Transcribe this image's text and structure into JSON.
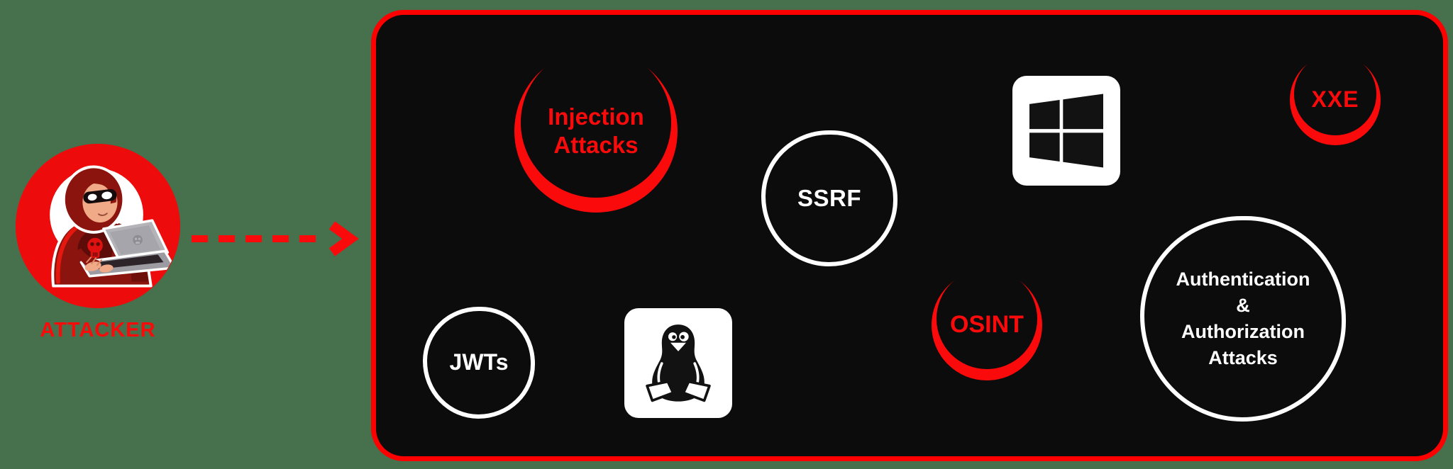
{
  "palette": {
    "background_green": "#47704d",
    "panel_black": "#0c0c0c",
    "panel_border_red": "#fe0000",
    "accent_red": "#fa0a0a",
    "white": "#ffffff"
  },
  "attacker": {
    "label": "ATTACKER",
    "icon": "hooded-hacker-with-laptop-icon",
    "circle_color": "#ee0b0b"
  },
  "arrow": {
    "icon": "dashed-arrow-right",
    "color": "#fa0a0a"
  },
  "panel": {
    "topics": {
      "injection": {
        "line1": "Injection",
        "line2": "Attacks",
        "style": "red-sketch-circle"
      },
      "ssrf": {
        "label": "SSRF",
        "style": "white-sketch-circle"
      },
      "windows": {
        "icon": "windows-logo",
        "style": "white-tile"
      },
      "xxe": {
        "label": "XXE",
        "style": "red-sketch-circle"
      },
      "jwts": {
        "label": "JWTs",
        "style": "white-sketch-circle"
      },
      "linux": {
        "icon": "linux-tux-logo",
        "style": "white-tile"
      },
      "osint": {
        "label": "OSINT",
        "style": "red-sketch-circle"
      },
      "auth": {
        "line1": "Authentication",
        "line2": "&",
        "line3": "Authorization",
        "line4": "Attacks",
        "style": "white-sketch-circle"
      }
    }
  }
}
